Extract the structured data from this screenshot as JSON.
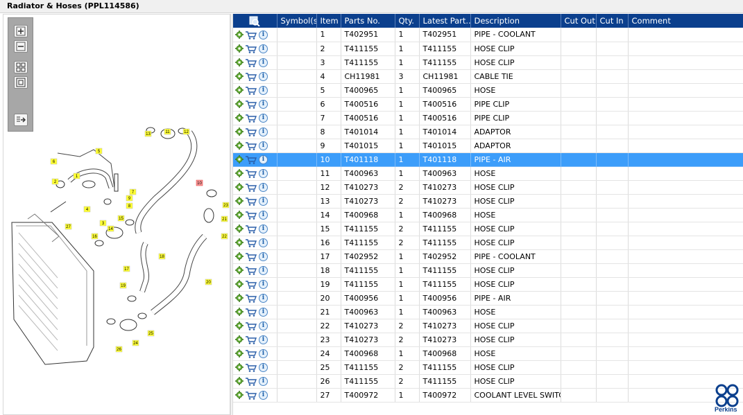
{
  "window": {
    "title": "Radiator & Hoses (PPL114586)"
  },
  "toolbar": {
    "buttons": [
      {
        "name": "zoom-in-icon"
      },
      {
        "name": "zoom-out-icon"
      },
      {
        "name": "fit-all-icon"
      },
      {
        "name": "fit-window-icon"
      },
      {
        "name": "export-icon"
      }
    ]
  },
  "grid": {
    "columns": [
      "",
      "Symbol(s)",
      "Item",
      "Parts No.",
      "Qty.",
      "Latest Part...",
      "Description",
      "Cut Out",
      "Cut In",
      "Comment"
    ],
    "selected_item": "10",
    "rows": [
      {
        "item": "1",
        "part": "T402951",
        "qty": "1",
        "latest": "T402951",
        "desc": "PIPE - COOLANT"
      },
      {
        "item": "2",
        "part": "T411155",
        "qty": "1",
        "latest": "T411155",
        "desc": "HOSE CLIP"
      },
      {
        "item": "3",
        "part": "T411155",
        "qty": "1",
        "latest": "T411155",
        "desc": "HOSE CLIP"
      },
      {
        "item": "4",
        "part": "CH11981",
        "qty": "3",
        "latest": "CH11981",
        "desc": "CABLE TIE"
      },
      {
        "item": "5",
        "part": "T400965",
        "qty": "1",
        "latest": "T400965",
        "desc": "HOSE"
      },
      {
        "item": "6",
        "part": "T400516",
        "qty": "1",
        "latest": "T400516",
        "desc": "PIPE CLIP"
      },
      {
        "item": "7",
        "part": "T400516",
        "qty": "1",
        "latest": "T400516",
        "desc": "PIPE CLIP"
      },
      {
        "item": "8",
        "part": "T401014",
        "qty": "1",
        "latest": "T401014",
        "desc": "ADAPTOR"
      },
      {
        "item": "9",
        "part": "T401015",
        "qty": "1",
        "latest": "T401015",
        "desc": "ADAPTOR"
      },
      {
        "item": "10",
        "part": "T401118",
        "qty": "1",
        "latest": "T401118",
        "desc": "PIPE - AIR"
      },
      {
        "item": "11",
        "part": "T400963",
        "qty": "1",
        "latest": "T400963",
        "desc": "HOSE"
      },
      {
        "item": "12",
        "part": "T410273",
        "qty": "2",
        "latest": "T410273",
        "desc": "HOSE CLIP"
      },
      {
        "item": "13",
        "part": "T410273",
        "qty": "2",
        "latest": "T410273",
        "desc": "HOSE CLIP"
      },
      {
        "item": "14",
        "part": "T400968",
        "qty": "1",
        "latest": "T400968",
        "desc": "HOSE"
      },
      {
        "item": "15",
        "part": "T411155",
        "qty": "2",
        "latest": "T411155",
        "desc": "HOSE CLIP"
      },
      {
        "item": "16",
        "part": "T411155",
        "qty": "2",
        "latest": "T411155",
        "desc": "HOSE CLIP"
      },
      {
        "item": "17",
        "part": "T402952",
        "qty": "1",
        "latest": "T402952",
        "desc": "PIPE - COOLANT"
      },
      {
        "item": "18",
        "part": "T411155",
        "qty": "1",
        "latest": "T411155",
        "desc": "HOSE CLIP"
      },
      {
        "item": "19",
        "part": "T411155",
        "qty": "1",
        "latest": "T411155",
        "desc": "HOSE CLIP"
      },
      {
        "item": "20",
        "part": "T400956",
        "qty": "1",
        "latest": "T400956",
        "desc": "PIPE - AIR"
      },
      {
        "item": "21",
        "part": "T400963",
        "qty": "1",
        "latest": "T400963",
        "desc": "HOSE"
      },
      {
        "item": "22",
        "part": "T410273",
        "qty": "2",
        "latest": "T410273",
        "desc": "HOSE CLIP"
      },
      {
        "item": "23",
        "part": "T410273",
        "qty": "2",
        "latest": "T410273",
        "desc": "HOSE CLIP"
      },
      {
        "item": "24",
        "part": "T400968",
        "qty": "1",
        "latest": "T400968",
        "desc": "HOSE"
      },
      {
        "item": "25",
        "part": "T411155",
        "qty": "2",
        "latest": "T411155",
        "desc": "HOSE CLIP"
      },
      {
        "item": "26",
        "part": "T411155",
        "qty": "2",
        "latest": "T411155",
        "desc": "HOSE CLIP"
      },
      {
        "item": "27",
        "part": "T400972",
        "qty": "1",
        "latest": "T400972",
        "desc": "COOLANT LEVEL SWITCH"
      }
    ]
  },
  "diagram": {
    "callouts": [
      {
        "label": "1"
      },
      {
        "label": "2"
      },
      {
        "label": "3"
      },
      {
        "label": "4"
      },
      {
        "label": "5"
      },
      {
        "label": "6"
      },
      {
        "label": "7"
      },
      {
        "label": "8"
      },
      {
        "label": "9"
      },
      {
        "label": "10"
      },
      {
        "label": "11"
      },
      {
        "label": "12"
      },
      {
        "label": "13"
      },
      {
        "label": "14"
      },
      {
        "label": "15"
      },
      {
        "label": "16"
      },
      {
        "label": "17"
      },
      {
        "label": "18"
      },
      {
        "label": "19"
      },
      {
        "label": "20"
      },
      {
        "label": "21"
      },
      {
        "label": "22"
      },
      {
        "label": "23"
      },
      {
        "label": "24"
      },
      {
        "label": "25"
      },
      {
        "label": "26"
      },
      {
        "label": "27"
      }
    ],
    "highlight_label": "10"
  },
  "brand": {
    "name": "Perkins",
    "color": "#0b3f8d"
  },
  "colors": {
    "header": "#0b3f8d",
    "selected_row": "#3c9dfa",
    "callout": "#ffff33"
  }
}
